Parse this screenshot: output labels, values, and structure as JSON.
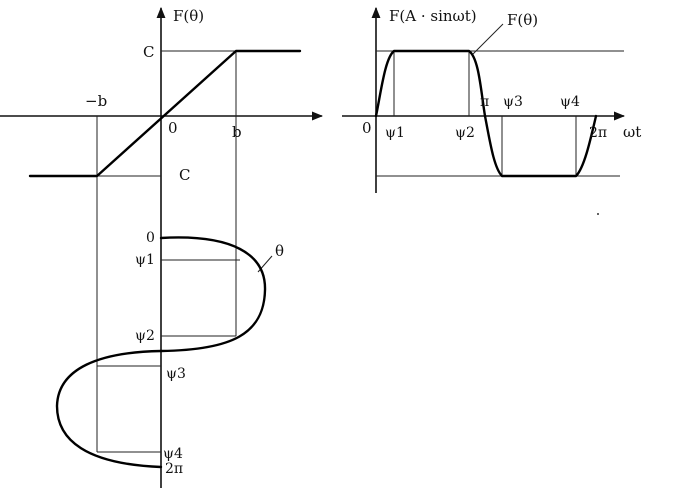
{
  "saturation_plot": {
    "y_axis_label": "F(θ)",
    "level_top": "C",
    "level_bottom": "C",
    "neg_b": "−b",
    "origin": "0",
    "pos_b": "b"
  },
  "output_plot": {
    "y_axis_label": "F(A · sinωt)",
    "curve_label": "F(θ)",
    "origin": "0",
    "x_axis_label": "ωt",
    "ticks": [
      "ψ1",
      "ψ2",
      "π",
      "ψ3",
      "ψ4",
      "2π"
    ]
  },
  "input_plot": {
    "curve_label": "θ",
    "ticks": [
      "0",
      "ψ1",
      "ψ2",
      "ψ3",
      "ψ4",
      "2π"
    ]
  }
}
